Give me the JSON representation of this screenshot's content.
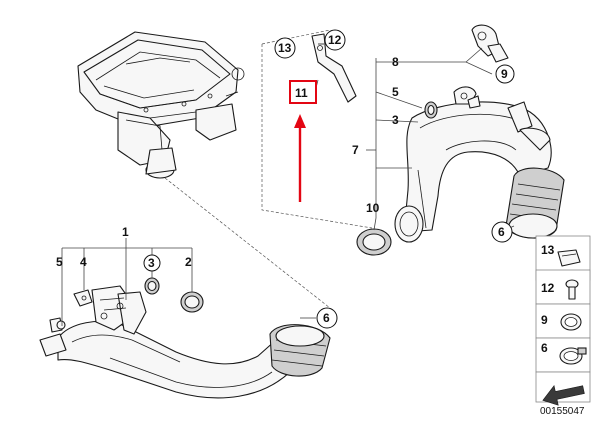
{
  "callouts": {
    "c1": "1",
    "c2": "2",
    "c3a": "3",
    "c4": "4",
    "c5a": "5",
    "c6a": "6",
    "c3b": "3",
    "c5b": "5",
    "c6b": "6",
    "c7": "7",
    "c8": "8",
    "c9": "9",
    "c10": "10",
    "c11": "11",
    "c12": "12",
    "c13": "13"
  },
  "legend": [
    {
      "number": "13",
      "icon": "clip-icon"
    },
    {
      "number": "12",
      "icon": "screw-icon"
    },
    {
      "number": "9",
      "icon": "oring-icon"
    },
    {
      "number": "6",
      "icon": "hose-clamp-icon"
    }
  ],
  "reference_number": "00155047",
  "colors": {
    "highlight": "#e30613",
    "line": "#1a1a1a"
  }
}
